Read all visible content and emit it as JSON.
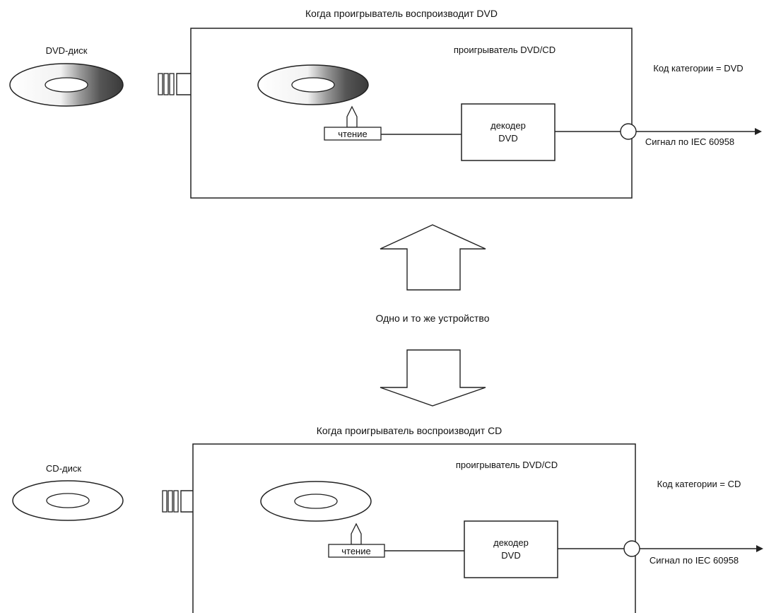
{
  "shared": {
    "middle_label": "Одно и то же устройство"
  },
  "panels": [
    {
      "heading": "Когда проигрыватель воспроизводит DVD",
      "disc_label": "DVD-диск",
      "player_label": "проигрыватель DVD/CD",
      "read_label": "чтение",
      "decoder_line1": "декодер",
      "decoder_line2": "DVD",
      "category_code": "Код категории = DVD",
      "signal_label": "Сигнал по IEC 60958",
      "disc_type": "dvd"
    },
    {
      "heading": "Когда проигрыватель воспроизводит CD",
      "disc_label": "CD-диск",
      "player_label": "проигрыватель DVD/CD",
      "read_label": "чтение",
      "decoder_line1": "декодер",
      "decoder_line2": "DVD",
      "category_code": "Код категории = CD",
      "signal_label": "Сигнал по IEC 60958",
      "disc_type": "cd"
    }
  ]
}
